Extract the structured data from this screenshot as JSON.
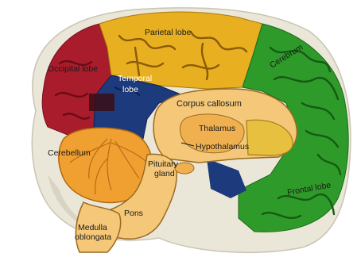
{
  "labels": {
    "parietal": "Parietal lobe",
    "occipital": "Occipital lobe",
    "temporal_1": "Temporal",
    "temporal_2": "lobe",
    "cerebrum": "Cerebrum",
    "corpus": "Corpus callosum",
    "thalamus": "Thalamus",
    "hypothalamus": "Hypothalamus",
    "cerebellum": "Cerebellum",
    "pituitary_1": "Pituitary",
    "pituitary_2": "gland",
    "frontal": "Frontal lobe",
    "pons": "Pons",
    "medulla_1": "Medulla",
    "medulla_2": "oblongata"
  },
  "colors": {
    "parietal": "#e8b020",
    "occipital": "#a81c2c",
    "temporal": "#1c3a7c",
    "frontal": "#2e9a2a",
    "cerebellum": "#f0a030",
    "inner": "#f4c878",
    "base": "#eae6d6"
  }
}
